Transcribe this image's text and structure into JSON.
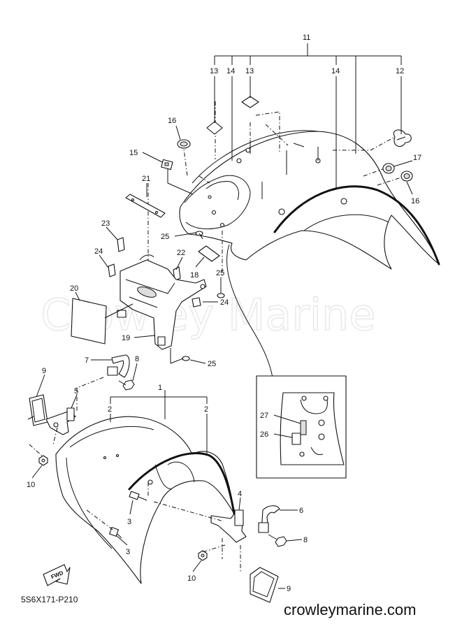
{
  "watermark": "Crowley Marine",
  "diagram_code": "5S6X171-P210",
  "site_url": "crowleymarine.com",
  "fwd_label": "FWD",
  "callouts": {
    "c1": "1",
    "c2a": "2",
    "c2b": "2",
    "c3a": "3",
    "c3b": "3",
    "c4": "4",
    "c5": "5",
    "c6": "6",
    "c7": "7",
    "c8a": "8",
    "c8b": "8",
    "c9a": "9",
    "c9b": "9",
    "c10a": "10",
    "c10b": "10",
    "c11": "11",
    "c12": "12",
    "c13a": "13",
    "c13b": "13",
    "c14a": "14",
    "c14b": "14",
    "c15": "15",
    "c16a": "16",
    "c16b": "16",
    "c17": "17",
    "c18": "18",
    "c19": "19",
    "c20": "20",
    "c21": "21",
    "c22": "22",
    "c23": "23",
    "c24a": "24",
    "c24b": "24",
    "c25a": "25",
    "c25b": "25",
    "c25c": "25",
    "c26": "26",
    "c27": "27"
  }
}
